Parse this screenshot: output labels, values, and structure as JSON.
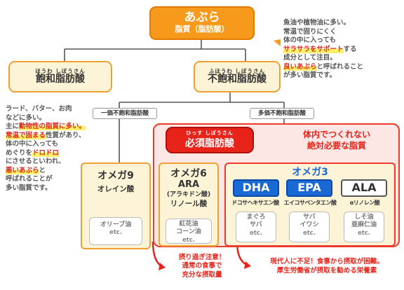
{
  "colors": {
    "orange": "#f79a1c",
    "cream": "#fdf3d6",
    "red": "#e8231a",
    "blue": "#1a6ad6",
    "pink": "#fde7e4"
  },
  "top": {
    "title": "あぶら",
    "subtitle": "脂質（脂肪酸）"
  },
  "saturated": {
    "ruby": "ほうわ しぼうさん",
    "title": "飽和脂肪酸"
  },
  "unsaturated": {
    "ruby": "ふほうわ しぼうさん",
    "title": "不飽和脂肪酸"
  },
  "note_saturated": {
    "l1": "ラード、バター、お肉",
    "l2": "などに多い。",
    "l3a": "主に",
    "l3b": "動物性の脂質に多い。",
    "l4a": "常温で固まる",
    "l4b": "性質があり、",
    "l5": "体の中に入っても",
    "l6a": "めぐりを",
    "l6b": "ドロドロ",
    "l7": "にさせるといわれ、",
    "l8": "悪いあぶら",
    "l8b": "と",
    "l9": "呼ばれることが",
    "l10": "多い脂質です。"
  },
  "note_unsaturated": {
    "l1": "魚油や植物油に多い。",
    "l2": "常温で固りにくく",
    "l3": "体の中に入っても",
    "l4a": "サラサラをサポート",
    "l4b": "する",
    "l5": "成分として注目。",
    "l6a": "良いあぶら",
    "l6b": "と呼ばれること",
    "l7": "が多い脂質です。"
  },
  "mono_tag": "一価不飽和脂肪酸",
  "poly_tag": "多価不飽和脂肪酸",
  "essential": {
    "ruby": "ひっす しぼうさん",
    "title": "必須脂肪酸",
    "desc1": "体内でつくれない",
    "desc2": "絶対必要な脂質"
  },
  "omega9": {
    "title": "オメガ9",
    "sub": "オレイン酸",
    "food1": "オリーブ油",
    "etc": "etc."
  },
  "omega6": {
    "title": "オメガ6",
    "ara": "ARA",
    "ara_sub": "(アラキドン酸)",
    "sub": "リノール酸",
    "food1": "紅花油",
    "food2": "コーン油",
    "etc": "etc."
  },
  "omega3": {
    "title": "オメガ3",
    "dha": "DHA",
    "epa": "EPA",
    "ala": "ALA",
    "dha_sub": "ドコサヘキサエン酸",
    "epa_sub": "エイコサペンタエン酸",
    "ala_sub": "αリノレン酸",
    "f1a": "まぐろ",
    "f1b": "サバ",
    "f2a": "サバ",
    "f2b": "イワシ",
    "f3a": "しそ油",
    "f3b": "亜麻仁油",
    "etc": "etc."
  },
  "warn6": {
    "l1": "摂り過ぎ注意！",
    "l2": "通常の食事で",
    "l3": "充分な摂取量"
  },
  "warn3": {
    "l1": "現代人に不足！食事から摂取が困難。",
    "l2": "厚生労働省が摂取を勧める栄養素"
  }
}
